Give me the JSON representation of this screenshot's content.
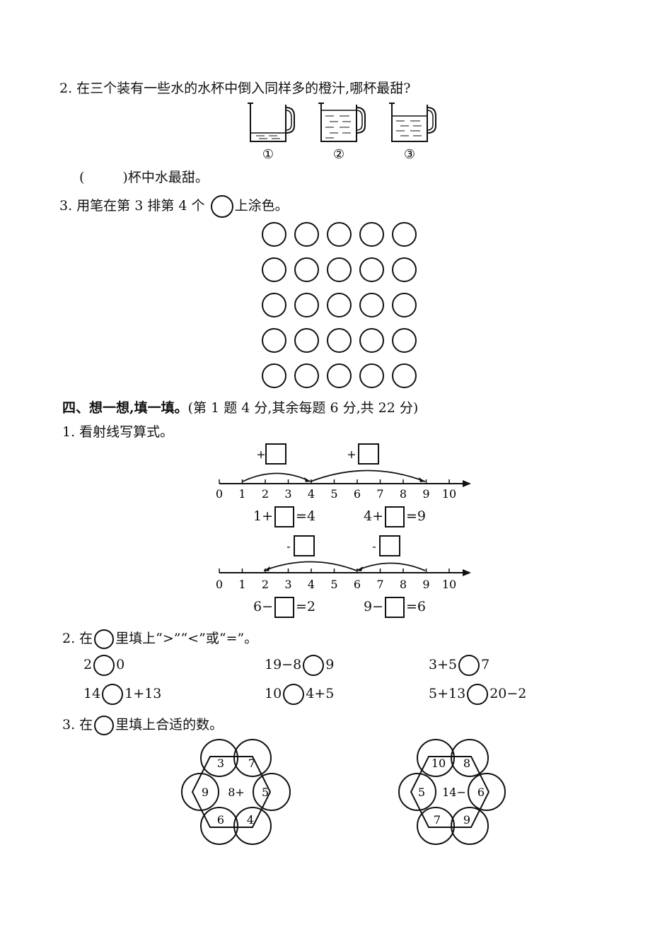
{
  "q2": {
    "prompt": "2. 在三个装有一些水的水杯中倒入同样多的橙汁,哪杯最甜?",
    "cup_labels": [
      "①",
      "②",
      "③"
    ],
    "answer_open": "(",
    "answer_text": ")杯中水最甜。"
  },
  "q3": {
    "prompt_before": "3. 用笔在第 3 排第 4 个",
    "prompt_after": "上涂色。",
    "rows": 5,
    "cols": 5
  },
  "section4": {
    "title": "四、想一想,填一填。",
    "scoring": "(第 1 题 4 分,其余每题 6 分,共 22 分)",
    "p1": {
      "prompt": "1. 看射线写算式。",
      "ticks": [
        "0",
        "1",
        "2",
        "3",
        "4",
        "5",
        "6",
        "7",
        "8",
        "9",
        "10"
      ],
      "plus_sign": "+",
      "minus_sign": "-",
      "add_eq": [
        {
          "left": "1+",
          "right": "=4"
        },
        {
          "left": "4+",
          "right": "=9"
        }
      ],
      "sub_eq": [
        {
          "left": "6−",
          "right": "=2"
        },
        {
          "left": "9−",
          "right": "=6"
        }
      ]
    },
    "p2": {
      "prompt_before": "2. 在",
      "prompt_after": "里填上“>”“<”或“=”。",
      "items": [
        {
          "left": "2",
          "right": "0"
        },
        {
          "left": "19−8",
          "right": "9"
        },
        {
          "left": "3+5",
          "right": "7"
        },
        {
          "left": "14",
          "right": "1+13"
        },
        {
          "left": "10",
          "right": "4+5"
        },
        {
          "left": "5+13",
          "right": "20−2"
        }
      ]
    },
    "p3": {
      "prompt_before": "3. 在",
      "prompt_after": "里填上合适的数。",
      "wheels": [
        {
          "center": "8+",
          "nums": [
            "3",
            "7",
            "5",
            "4",
            "6",
            "9"
          ]
        },
        {
          "center": "14−",
          "nums": [
            "10",
            "8",
            "6",
            "9",
            "7",
            "5"
          ]
        }
      ]
    }
  }
}
